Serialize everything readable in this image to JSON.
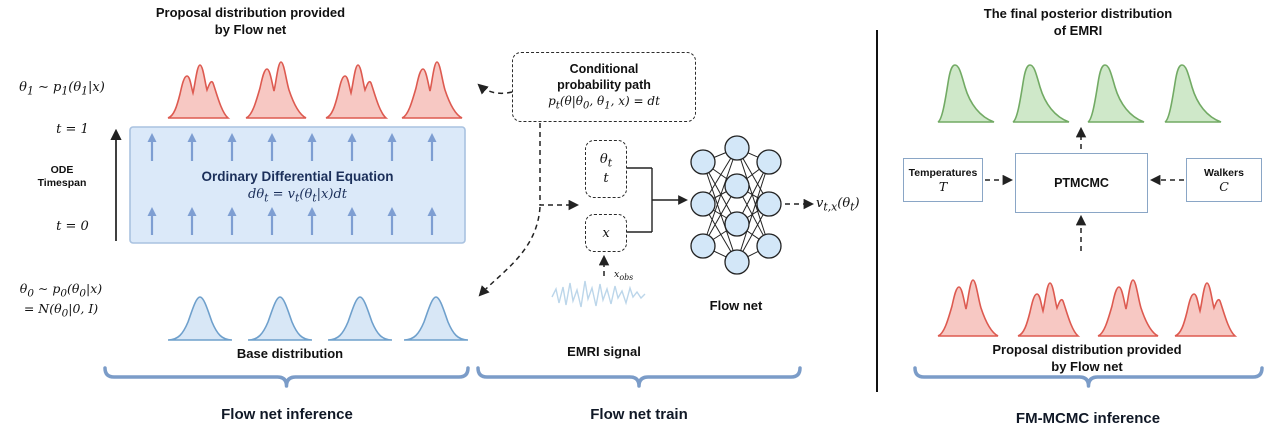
{
  "left": {
    "title": "Proposal distribution provided\nby Flow net",
    "theta1_label": "θ<sub>1</sub> ∼ p<sub>1</sub>(θ<sub>1</sub>|x)",
    "t_top": "t = 1",
    "ode_timespan": "ODE\nTimespan",
    "t_bottom": "t = 0",
    "theta0_label": "θ<sub>0</sub> ∼ p<sub>0</sub>(θ<sub>0</sub>|x)<br>= N(θ<sub>0</sub>|0, I)",
    "ode_box_title": "Ordinary Differential Equation",
    "ode_box_equation": "dθ<sub>t</sub> = v<sub>t</sub>(θ<sub>t</sub>|x)dt",
    "base_distribution_label": "Base distribution"
  },
  "middle": {
    "conditional_box_title": "Conditional\nprobability path",
    "conditional_box_equation": "p<sub>t</sub>(θ|θ<sub>0</sub>, θ<sub>1</sub>, x) = dt",
    "theta_t_input": "θ<sub>t</sub>",
    "t_input": "t",
    "x_input": "x",
    "x_obs_label": "x<sub>obs</sub>",
    "emri_signal_label": "EMRI signal",
    "flow_net_label": "Flow net",
    "output_label": "v<sub>t,x</sub>(θ<sub>t</sub>)"
  },
  "right": {
    "title": "The final posterior distribution\nof EMRI",
    "temperatures_label": "Temperatures",
    "temperatures_symbol": "T",
    "ptmcmc_label": "PTMCMC",
    "walkers_label": "Walkers",
    "walkers_symbol": "C",
    "proposal_label": "Proposal distribution provided\nby Flow net"
  },
  "captions": {
    "flow_net_inference": "Flow net inference",
    "flow_net_train": "Flow net train",
    "fm_mcmc_inference": "FM-MCMC inference"
  },
  "colors": {
    "red_fill": "#f7c8c3",
    "red_stroke": "#dd5a50",
    "blue_fill": "#d8e7f6",
    "blue_stroke": "#6fa0cc",
    "green_fill": "#cfe8c9",
    "green_stroke": "#72aa64",
    "ode_fill": "#dbe9f9",
    "ode_stroke": "#a9c2e0",
    "arrow_blue": "#7e9ed2",
    "node_fill": "#d3e7f8",
    "box_stroke": "#8aa6c6",
    "signal": "#bcd6ea",
    "brace": "#7b9cc8"
  }
}
